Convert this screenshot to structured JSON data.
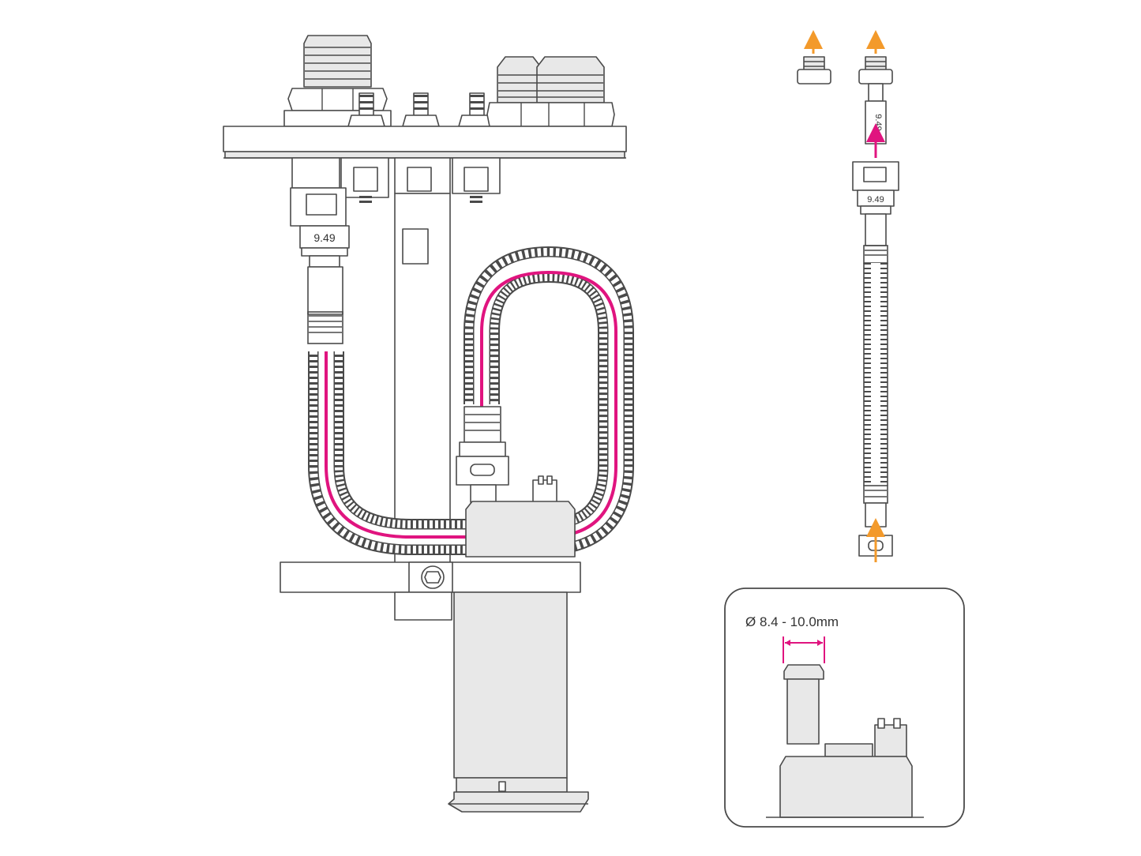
{
  "labels": {
    "hose_size_main": "9.49",
    "hose_size_detail_top": "9.49",
    "hose_size_detail_fitting": "9.49",
    "inset_diameter": "Ø 8.4 - 10.0mm"
  },
  "colors": {
    "line": "#4a4a4a",
    "fill_light": "#e8e8e8",
    "fuel_path": "#e0147f",
    "flow_arrow": "#f39a2b"
  }
}
